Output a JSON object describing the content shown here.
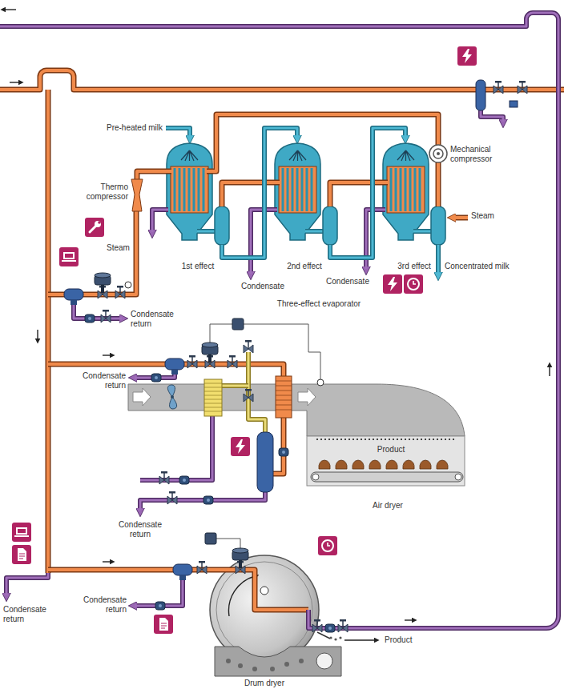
{
  "diagram": {
    "labels": [
      "Pre-heated milk",
      "Mechanical compressor",
      "Thermo compressor",
      "Steam",
      "Steam",
      "1st effect",
      "2nd effect",
      "3rd effect",
      "Concentrated milk",
      "Condensate",
      "Condensate",
      "Three-effect evaporator",
      "Condensate return",
      "Condensate return",
      "Product",
      "Air dryer",
      "Condensate return",
      "Condensate return",
      "Condensate return",
      "Product",
      "Drum dryer"
    ]
  }
}
